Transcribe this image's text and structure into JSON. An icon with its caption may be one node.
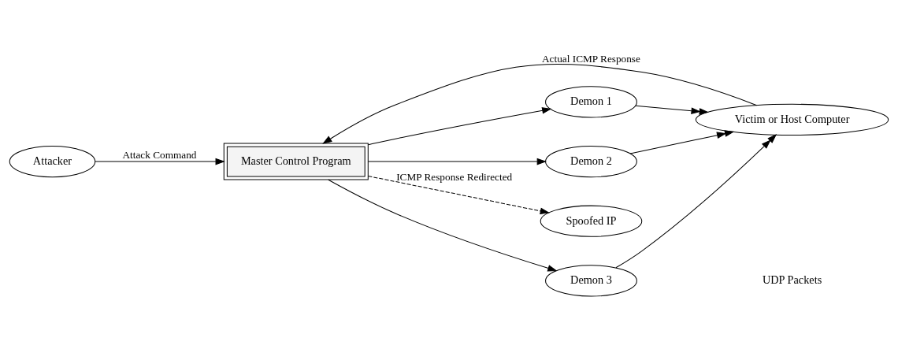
{
  "diagram": {
    "nodes": [
      {
        "text": [
          "Attacker"
        ]
      },
      {
        "text": [
          "Master Control Program"
        ]
      },
      {
        "text": [
          "Demon 1"
        ]
      },
      {
        "text": [
          "Demon 2"
        ]
      },
      {
        "text": [
          "Demon 3"
        ]
      },
      {
        "text": [
          "Spoofed IP"
        ]
      },
      {
        "text": [
          "Victim or Host Computer"
        ]
      }
    ],
    "edges": [
      {
        "from": 0,
        "to": 1,
        "arrow": "to",
        "label": "Attack Command"
      },
      {
        "from": 1,
        "to": 2,
        "arrow": "to"
      },
      {
        "from": 1,
        "to": 3,
        "arrow": "to"
      },
      {
        "from": 1,
        "to": 4,
        "arrow": "to"
      },
      {
        "from": 1,
        "to": 5,
        "arrow": "to",
        "style": "dashed",
        "label": "ICMP Response Redirected"
      },
      {
        "from": 6,
        "to": 1,
        "arrow": "to",
        "label": "Actual ICMP Response"
      },
      {
        "from": 2,
        "to": 6,
        "arrow": "to"
      },
      {
        "from": 3,
        "to": 6,
        "arrow": "to"
      },
      {
        "from": 4,
        "to": 6,
        "arrow": "to"
      }
    ],
    "labels": [
      "UDP Packets"
    ]
  }
}
